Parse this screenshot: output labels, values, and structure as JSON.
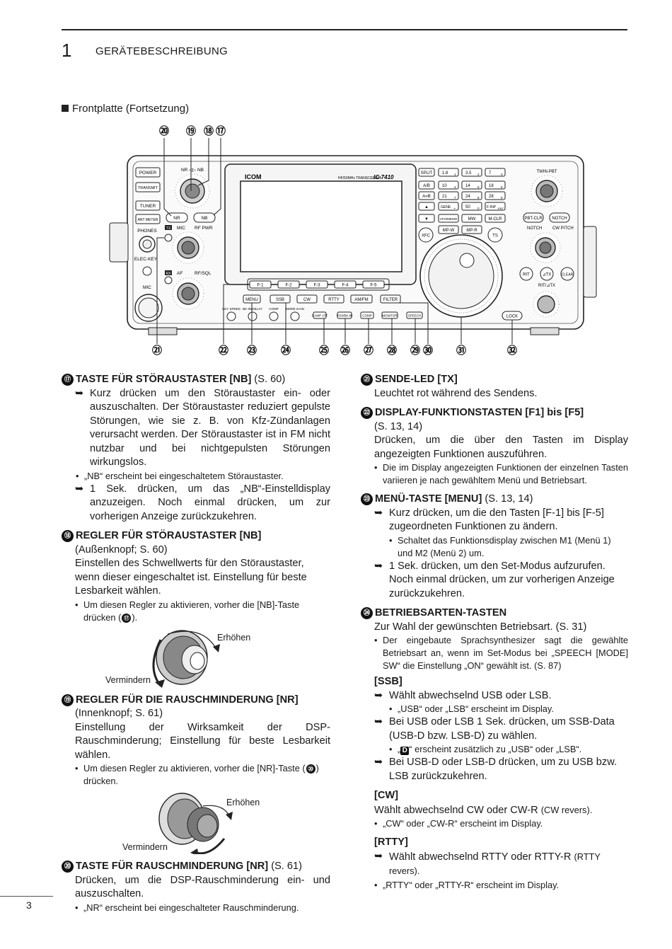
{
  "header": {
    "chapter_number": "1",
    "chapter_title": "GERÄTEBESCHREIBUNG",
    "subheading": "Frontplatte (Fortsetzung)"
  },
  "figure": {
    "callouts_top": [
      "⑳",
      "⑲",
      "⑱",
      "⑰"
    ],
    "callouts_bottom": [
      "㉑",
      "㉒",
      "㉓",
      "㉔",
      "㉕",
      "㉖",
      "㉗",
      "㉘",
      "㉙",
      "㉚",
      "㉛",
      "㉜"
    ],
    "brand": "ICOM",
    "model": "IC-7410",
    "model_sub": "HF/50MHz TRANSCEIVER",
    "left_buttons": [
      "POWER",
      "TRANSMIT",
      "TUNER",
      "ANT METER"
    ],
    "left_labels": [
      "PHONES",
      "ELEC-KEY",
      "MIC"
    ],
    "knob_labels": [
      "NR",
      "NB",
      "MIC",
      "RF PWR",
      "AF",
      "RF/SQL",
      "TX",
      "RX"
    ],
    "fkeys": [
      "F-1",
      "F-2",
      "F-3",
      "F-4",
      "F-5"
    ],
    "mode_keys": [
      "MENU",
      "SSB",
      "CW",
      "RTTY",
      "AM/FM",
      "FILTER"
    ],
    "bottom_keys": [
      "KEY SPEED",
      "BK-IN/DELAY",
      "COMP",
      "MORE GAIN",
      "P.AMP ATT",
      "VOX/BK-IN",
      "COMP",
      "MONITOR",
      "SPEECH"
    ],
    "keypad": [
      [
        "SPLIT",
        "1.8",
        "3.5",
        "7"
      ],
      [
        "A/B",
        "10",
        "14",
        "18"
      ],
      [
        "A=B",
        "21",
        "24",
        "28"
      ],
      [
        "▲",
        "GENE",
        "50",
        "F-INP"
      ],
      [
        "▼",
        "VFO/MEMO",
        "MW",
        "M-CLR"
      ]
    ],
    "keypad_digits": [
      [
        "1",
        "2",
        "3"
      ],
      [
        "4",
        "5",
        "6"
      ],
      [
        "7",
        "8",
        "9"
      ],
      [
        "•",
        "0",
        "ENT"
      ]
    ],
    "xfc_row": [
      "XFC",
      "MP-W",
      "MP-R",
      "TS"
    ],
    "right_labels": [
      "TWIN-PBT",
      "PBT-CLR",
      "NOTCH",
      "NOTCH",
      "CW PITCH",
      "RIT",
      "⊿TX",
      "CLEAR",
      "RIT/⊿TX",
      "LOCK"
    ],
    "knob_label_nrnb": "NR ◁▷ NB"
  },
  "left": {
    "s17": {
      "num": "⑰",
      "title": "TASTE FÜR STÖRAUSTASTER [NB]",
      "ref": "(S. 60)",
      "a1": "Kurz drücken um den Störaustaster ein- oder auszuschalten. Der Störaustaster reduziert gepulste Störungen, wie sie z. B. von Kfz-Zündanlagen verursacht werden. Der Störaustaster ist in FM nicht nutzbar und bei nichtgepulsten Störungen wirkungslos.",
      "b1": "„NB“ erscheint bei eingeschaltetem Störaustaster.",
      "a2": "1 Sek. drücken, um das „NB“-Einstelldisplay anzuzeigen. Noch einmal drücken, um zur vorherigen Anzeige zurückzukehren."
    },
    "s18": {
      "num": "⑱",
      "title": "REGLER FÜR STÖRAUSTASTER [NB]",
      "sub": "(Außenknopf; S. 60)",
      "body": "Einstellen des Schwellwerts für den Störaustaster, wenn dieser eingeschaltet ist. Einstellung für beste Lesbarkeit wählen.",
      "b1": "Um diesen Regler zu aktivieren, vorher die [NB]-Taste drücken (",
      "b1_num": "⑰",
      "b1_end": ").",
      "up": "Erhöhen",
      "down": "Vermindern"
    },
    "s19": {
      "num": "⑲",
      "title": "REGLER FÜR DIE RAUSCHMINDERUNG [NR]",
      "sub": "(Innenknopf; S. 61)",
      "body": "Einstellung der Wirksamkeit der DSP-Rauschminderung; Einstellung für beste Lesbarkeit wählen.",
      "b1": "Um diesen Regler zu aktivieren, vorher die [NR]-Taste (",
      "b1_num": "⑳",
      "b1_end": ") drücken.",
      "up": "Erhöhen",
      "down": "Vermindern"
    },
    "s20": {
      "num": "⑳",
      "title": "TASTE FÜR RAUSCHMINDERUNG [NR]",
      "ref": "(S. 61)",
      "body": "Drücken, um die DSP-Rauschminderung ein- und auszuschalten.",
      "b1": "„NR“ erscheint bei eingeschalteter Rauschminderung."
    }
  },
  "right": {
    "s21": {
      "num": "㉑",
      "title": "SENDE-LED [TX]",
      "body": "Leuchtet rot während des Sendens."
    },
    "s22": {
      "num": "㉒",
      "title": "DISPLAY-FUNKTIONSTASTEN [F1] bis [F5]",
      "sub": "(S. 13, 14)",
      "body": "Drücken, um die über den Tasten im Display angezeigten Funktionen auszuführen.",
      "b1": "Die im Display angezeigten Funktionen der einzelnen Tasten variieren je nach gewähltem Menü und Betriebsart."
    },
    "s23": {
      "num": "㉓",
      "title": "MENÜ-TASTE [MENU]",
      "ref": "(S. 13, 14)",
      "a1": "Kurz drücken, um die den Tasten [F-1] bis [F-5] zugeordneten Funktionen zu ändern.",
      "b1": "Schaltet das Funktionsdisplay zwischen M1 (Menü 1) und M2 (Menü 2) um.",
      "a2": "1 Sek. drücken, um den Set-Modus aufzurufen. Noch einmal drücken, um zur vorherigen Anzeige zurückzukehren."
    },
    "s24": {
      "num": "㉔",
      "title": "BETRIEBSARTEN-TASTEN",
      "body": "Zur Wahl der gewünschten Betriebsart. (S. 31)",
      "b1": "Der eingebaute Sprachsynthesizer sagt die gewählte Betriebsart an, wenn im Set-Modus bei „SPEECH [MODE] SW“ die Einstellung „ON“ gewählt ist. (S. 87)",
      "ssb_h": "[SSB]",
      "ssb_a1": "Wählt abwechselnd USB oder LSB.",
      "ssb_b1": "„USB“ oder „LSB“ erscheint im Display.",
      "ssb_a2": "Bei USB oder LSB 1 Sek. drücken, um SSB-Data (USB-D bzw. LSB-D) zu wählen.",
      "ssb_b2_pre": "„",
      "ssb_b2_icon": "D",
      "ssb_b2_post": "“ erscheint zusätzlich zu „USB“ oder „LSB“.",
      "ssb_a3": "Bei USB-D oder LSB-D drücken, um zu USB bzw. LSB zurückzukehren.",
      "cw_h": "[CW]",
      "cw_body": "Wählt abwechselnd CW oder CW-R",
      "cw_small": "(CW revers).",
      "cw_b1": "„CW“ oder „CW-R“ erscheint im Display.",
      "rtty_h": "[RTTY]",
      "rtty_a1": "Wählt abwechselnd RTTY oder RTTY-R",
      "rtty_small": "(RTTY revers).",
      "rtty_b1": "„RTTY“ oder „RTTY-R“ erscheint im Display."
    }
  },
  "footer": {
    "page_number": "3"
  }
}
